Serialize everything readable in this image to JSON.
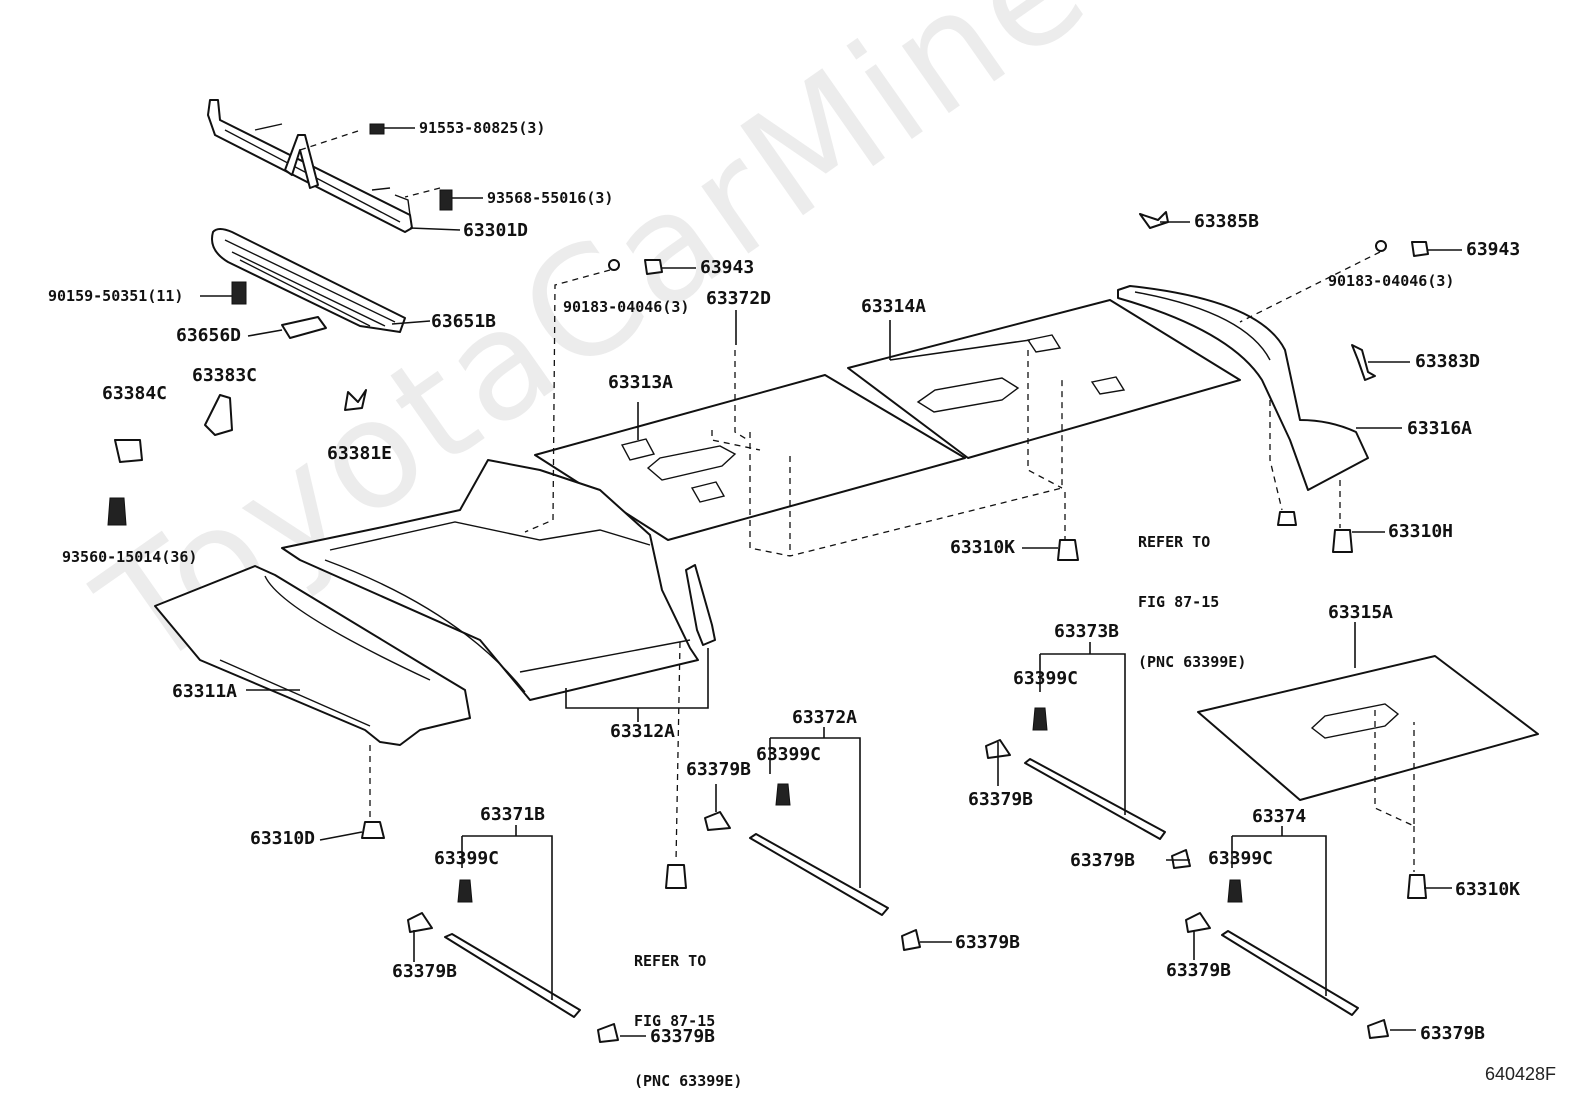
{
  "figure_code": "640428F",
  "watermark": "ToyotaCarMine.ru",
  "labels": {
    "p91553": "91553-80825(3)",
    "p93568": "93568-55016(3)",
    "p63301D": "63301D",
    "p90159": "90159-50351(11)",
    "p63651B": "63651B",
    "p63656D": "63656D",
    "p63384C": "63384C",
    "p63383C": "63383C",
    "p63381E": "63381E",
    "p93560": "93560-15014(36)",
    "p63943_left": "63943",
    "p90183_left": "90183-04046(3)",
    "p63372D": "63372D",
    "p63313A": "63313A",
    "p63314A": "63314A",
    "p63385B": "63385B",
    "p63943_right": "63943",
    "p90183_right": "90183-04046(3)",
    "p63383D": "63383D",
    "p63316A": "63316A",
    "p63310H": "63310H",
    "p63310K_top": "63310K",
    "p63311A": "63311A",
    "p63312A": "63312A",
    "p63310D": "63310D",
    "p63371B": "63371B",
    "p63399C_1": "63399C",
    "p63379B_1": "63379B",
    "p63379B_2": "63379B",
    "p63372A": "63372A",
    "p63399C_2": "63399C",
    "p63379B_3": "63379B",
    "p63379B_4": "63379B",
    "p63373B": "63373B",
    "p63399C_3": "63399C",
    "p63379B_5": "63379B",
    "p63379B_6": "63379B",
    "p63374": "63374",
    "p63399C_4": "63399C",
    "p63379B_7": "63379B",
    "p63379B_8": "63379B",
    "p63315A": "63315A",
    "p63310K_bottom": "63310K"
  },
  "notes": {
    "refer_right": [
      "REFER TO",
      "FIG 87-15",
      "(PNC 63399E)"
    ],
    "refer_center": [
      "REFER TO",
      "FIG 87-15",
      "(PNC 63399E)"
    ]
  }
}
